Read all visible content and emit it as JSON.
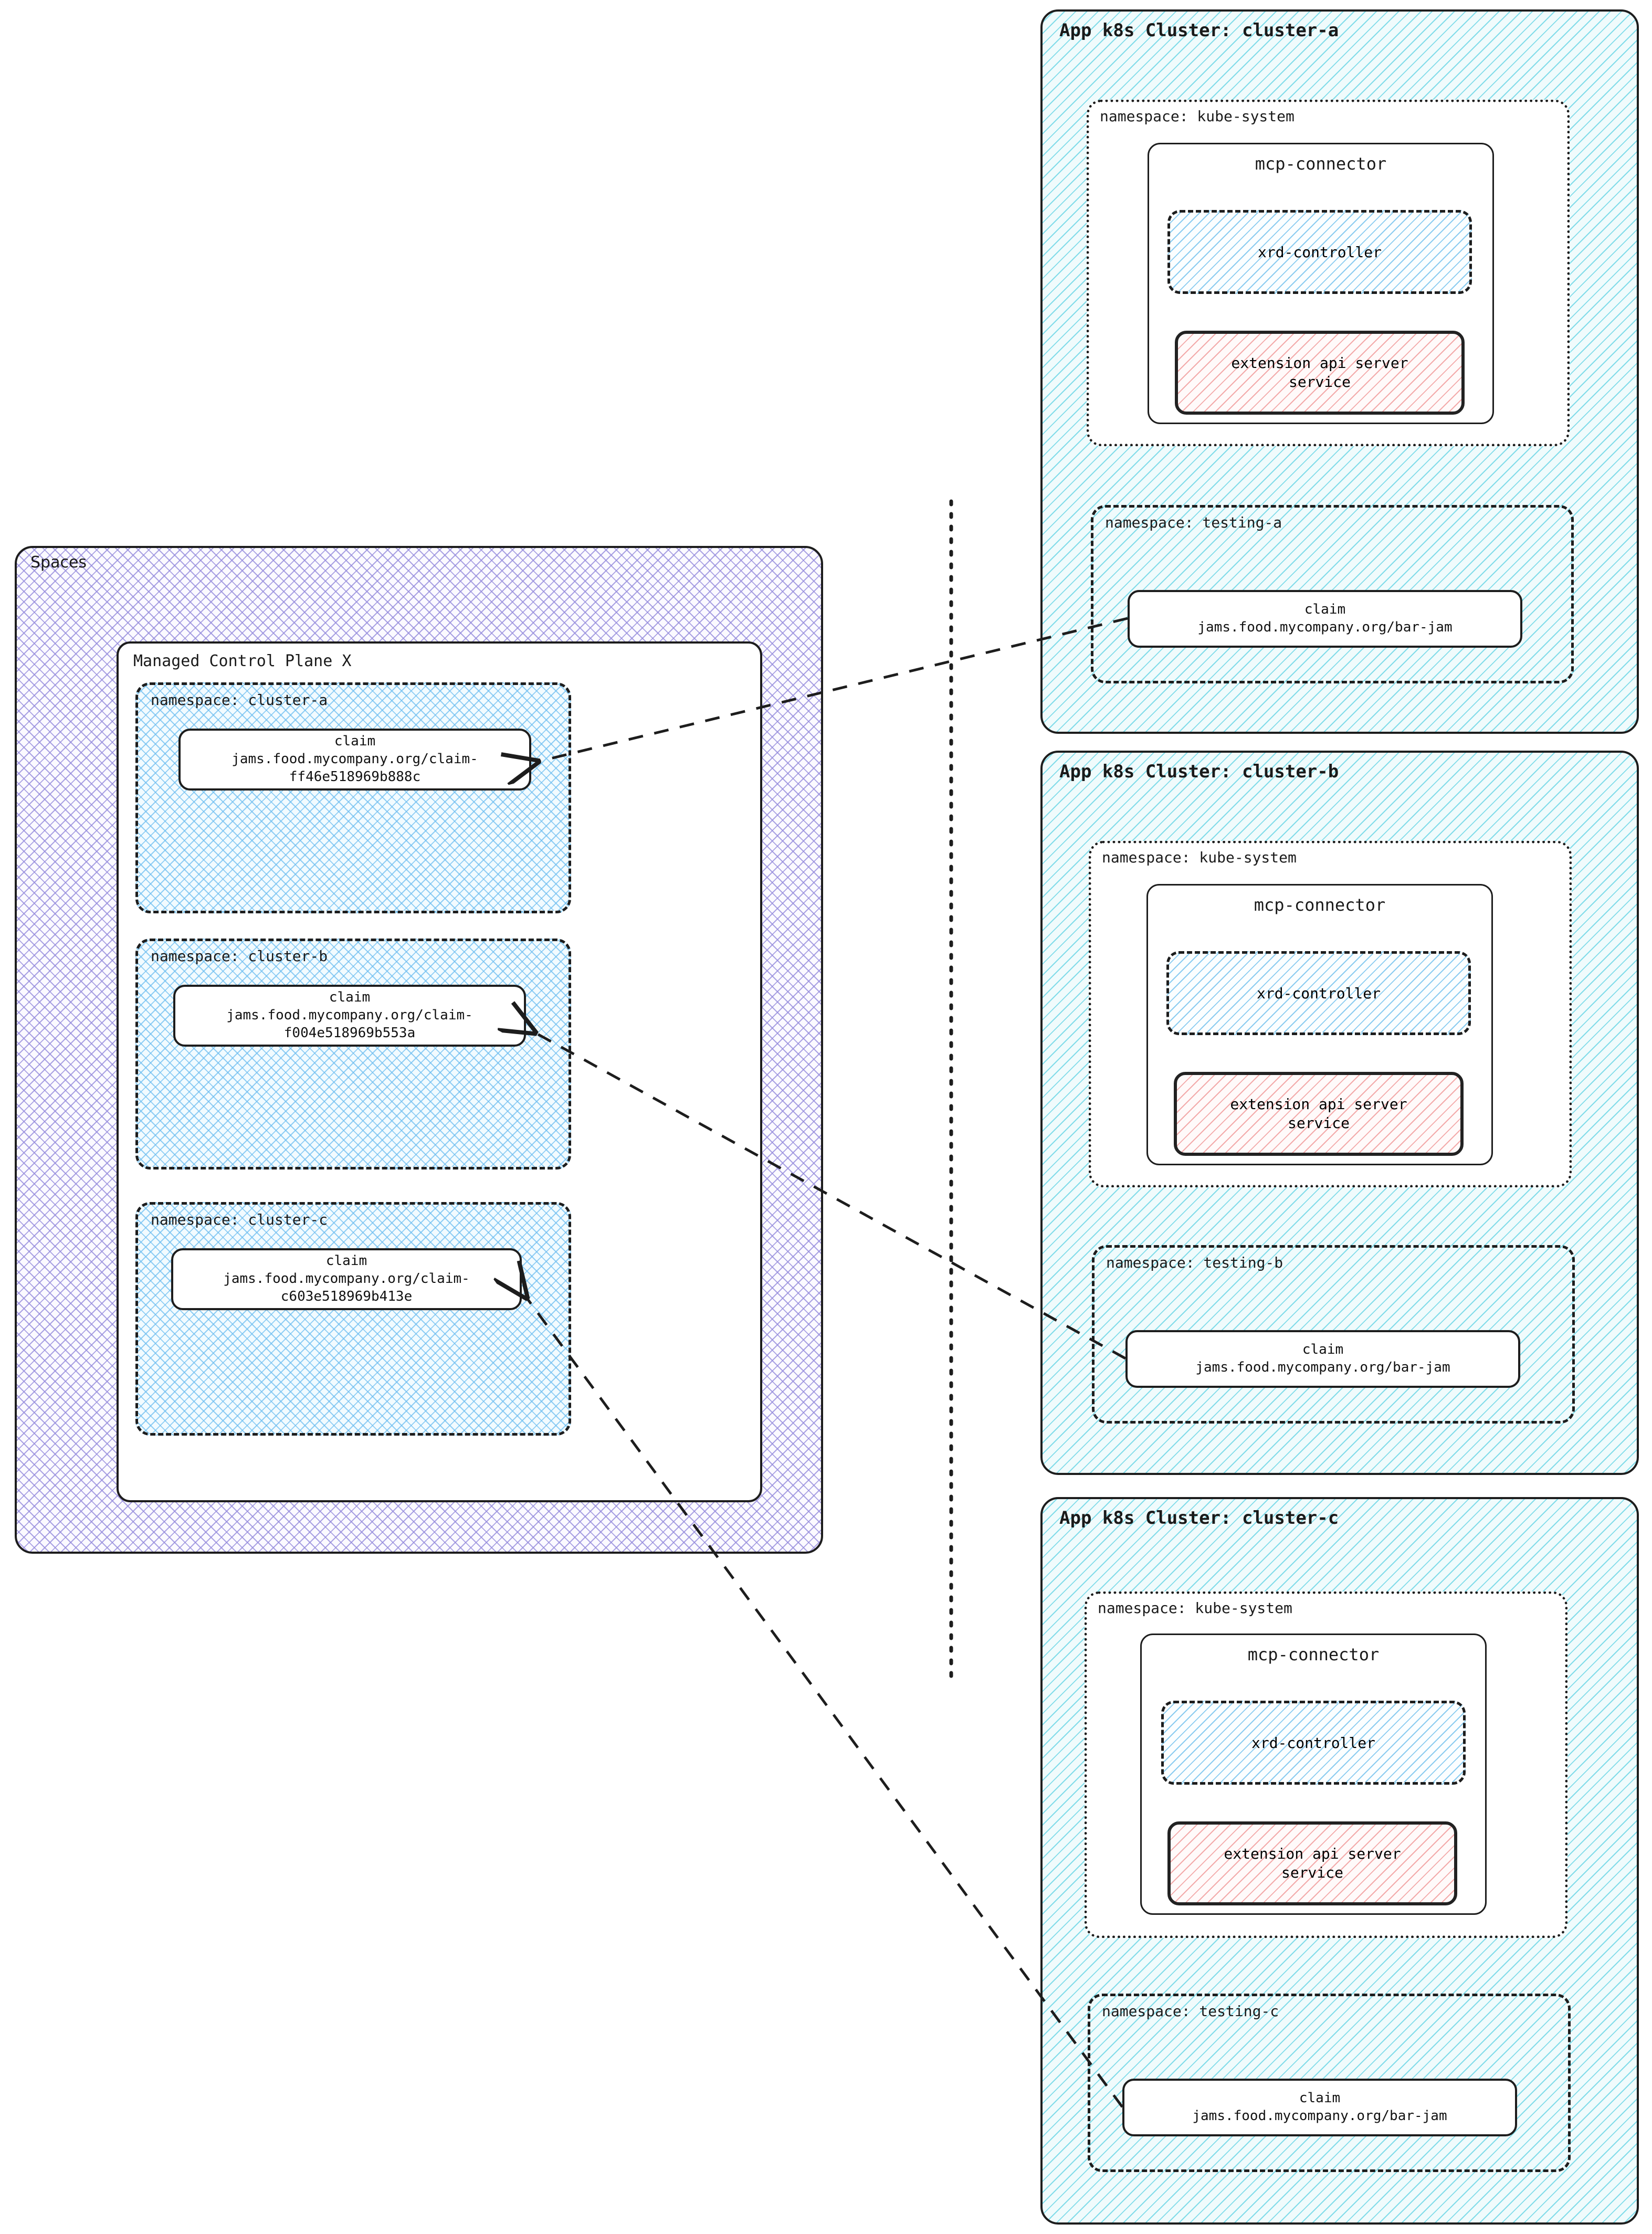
{
  "spaces": {
    "title": "Spaces",
    "control_plane": {
      "title": "Managed Control Plane X",
      "namespaces": [
        {
          "label": "namespace: cluster-a",
          "claim": {
            "kind": "claim",
            "ref": "jams.food.mycompany.org/claim-ff46e518969b888c"
          }
        },
        {
          "label": "namespace: cluster-b",
          "claim": {
            "kind": "claim",
            "ref": "jams.food.mycompany.org/claim-f004e518969b553a"
          }
        },
        {
          "label": "namespace: cluster-c",
          "claim": {
            "kind": "claim",
            "ref": "jams.food.mycompany.org/claim-c603e518969b413e"
          }
        }
      ]
    }
  },
  "clusters": [
    {
      "title": "App k8s Cluster: cluster-a",
      "kube_namespace": {
        "label": "namespace: kube-system",
        "connector": {
          "title": "mcp-connector",
          "xrd_controller": "xrd-controller",
          "extension_api": "extension api server\nservice",
          "extension_api_line1": "extension api server",
          "extension_api_line2": "service"
        }
      },
      "testing_namespace": {
        "label": "namespace: testing-a",
        "claim": {
          "kind": "claim",
          "ref": "jams.food.mycompany.org/bar-jam"
        }
      }
    },
    {
      "title": "App k8s Cluster: cluster-b",
      "kube_namespace": {
        "label": "namespace: kube-system",
        "connector": {
          "title": "mcp-connector",
          "xrd_controller": "xrd-controller",
          "extension_api": "extension api server\nservice",
          "extension_api_line1": "extension api server",
          "extension_api_line2": "service"
        }
      },
      "testing_namespace": {
        "label": "namespace: testing-b",
        "claim": {
          "kind": "claim",
          "ref": "jams.food.mycompany.org/bar-jam"
        }
      }
    },
    {
      "title": "App k8s Cluster: cluster-c",
      "kube_namespace": {
        "label": "namespace: kube-system",
        "connector": {
          "title": "mcp-connector",
          "xrd_controller": "xrd-controller",
          "extension_api": "extension api server\nservice",
          "extension_api_line1": "extension api server",
          "extension_api_line2": "service"
        }
      },
      "testing_namespace": {
        "label": "namespace: testing-c",
        "claim": {
          "kind": "claim",
          "ref": "jams.food.mycompany.org/bar-jam"
        }
      }
    }
  ],
  "colors": {
    "spaces_hatch": "#968cdc",
    "namespace_hatch": "#6ebef0",
    "cluster_hatch": "#6ed7e6",
    "extension_api_hatch": "#f09696",
    "stroke": "#1d1d1d"
  }
}
